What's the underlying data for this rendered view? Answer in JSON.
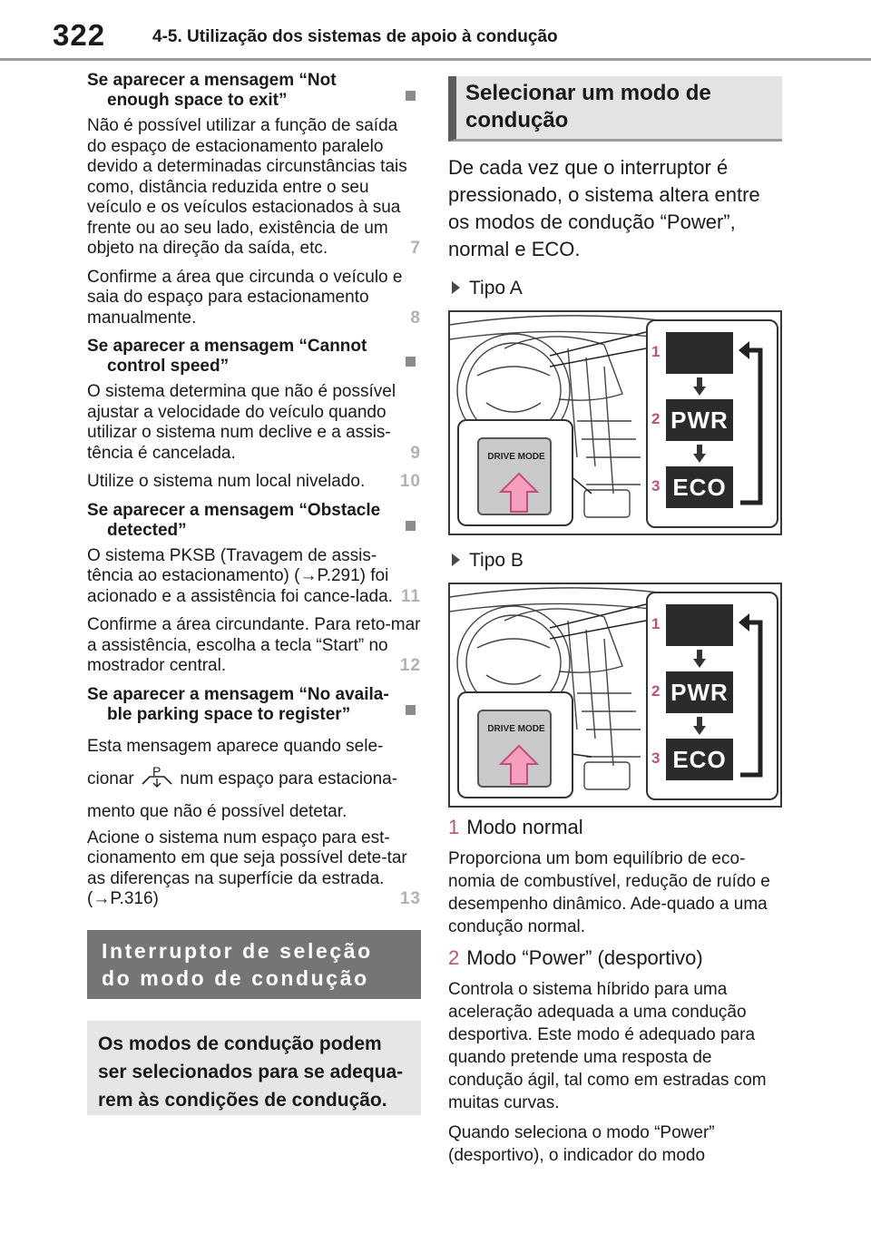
{
  "header": {
    "page_number": "322",
    "section": "4-5. Utilização dos sistemas de apoio à condução"
  },
  "left": {
    "m1_head": "Se aparecer a mensagem “Not enough space to exit”",
    "m1_p1": "Não é possível utilizar a função de saída do espaço de estacionamento paralelo devido a determinadas circunstâncias tais como, distância reduzida entre o seu veículo e os veículos estacionados à sua frente ou ao seu lado, existência de um objeto na direção da saída, etc.",
    "m1_p1_num": "7",
    "m1_p2": "Confirme a área que circunda o veículo e saia do espaço para estacionamento manualmente.",
    "m1_p2_num": "8",
    "m2_head": "Se aparecer a mensagem “Cannot control speed”",
    "m2_p1": "O sistema determina que não é possível ajustar a velocidade do veículo quando utilizar o sistema num declive e a assis-tência é cancelada.",
    "m2_p1_num": "9",
    "m2_p2": "Utilize o sistema num local nivelado.",
    "m2_p2_num": "10",
    "m3_head": "Se aparecer a mensagem “Obstacle detected”",
    "m3_p1": "O sistema PKSB (Travagem de assis-tência ao estacionamento) (→P.291) foi acionado e a assistência foi cance-lada.",
    "m3_p1_num": "11",
    "m3_p2": "Confirme a área circundante. Para reto-mar a assistência, escolha a tecla “Start” no mostrador central.",
    "m3_p2_num": "12",
    "m4_head": "Se aparecer a mensagem “No availa-ble parking space to register”",
    "m4_p1a": "Esta mensagem aparece quando sele-cionar",
    "m4_p1b": "num espaço para estaciona-mento que não é possível detetar.",
    "m4_p2": "Acione o sistema num espaço para est-cionamento em que seja possível dete-tar as diferenças na superfície da estrada. (→P.316)",
    "m4_p2_num": "13",
    "gray_title": "Interruptor de seleção do modo de condução",
    "note": "Os modos de condução podem ser selecionados para se adequa-rem às condições de condução."
  },
  "right": {
    "heading": "Selecionar um modo de condução",
    "intro": "De cada vez que o interruptor é pressionado, o sistema altera entre os modos de condução “Power”, normal e ECO.",
    "type_a": "Tipo A",
    "type_b": "Tipo B",
    "figure": {
      "button_text": "DRIVE MODE",
      "mode2": "PWR",
      "mode3": "ECO",
      "n1": "1",
      "n2": "2",
      "n3": "3"
    },
    "mode1_num": "1",
    "mode1_name": "Modo normal",
    "mode1_desc": "Proporciona um bom equilíbrio de eco-nomia de combustível, redução de ruído e desempenho dinâmico. Ade-quado a uma condução normal.",
    "mode2_num": "2",
    "mode2_name": "Modo “Power” (desportivo)",
    "mode2_desc1": "Controla o sistema híbrido para uma aceleração adequada a uma condução desportiva. Este modo é adequado para quando pretende uma resposta de condução ágil, tal como em estradas com muitas curvas.",
    "mode2_desc2": "Quando seleciona o modo “Power” (desportivo), o indicador do modo"
  },
  "colors": {
    "accent_number": "#c24d7f",
    "gray_box": "#757575",
    "note_box": "#e6e6e6"
  }
}
